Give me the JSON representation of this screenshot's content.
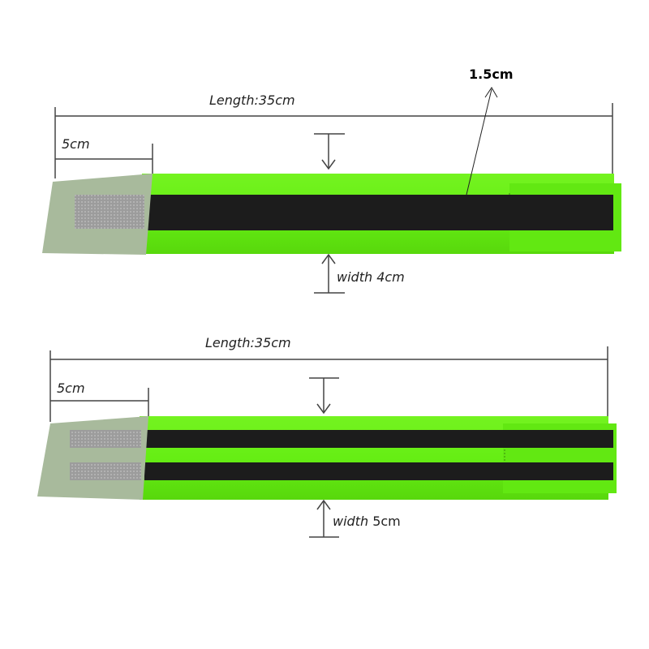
{
  "band1": {
    "length_label": "Length:35cm",
    "tab_label": "5cm",
    "stripe_label": "1.5cm",
    "width_label": "width 4cm"
  },
  "band2": {
    "length_label": "Length:35cm",
    "tab_label": "5cm",
    "width_italic": "width ",
    "width_value": "5cm"
  },
  "colors": {
    "fabric": "#6cf318",
    "fabric_shadow": "#56d00e",
    "stripe": "#1c1c1c",
    "velcro": "#a6b99a",
    "reflective": "#9a9a9a",
    "line": "#444444"
  }
}
